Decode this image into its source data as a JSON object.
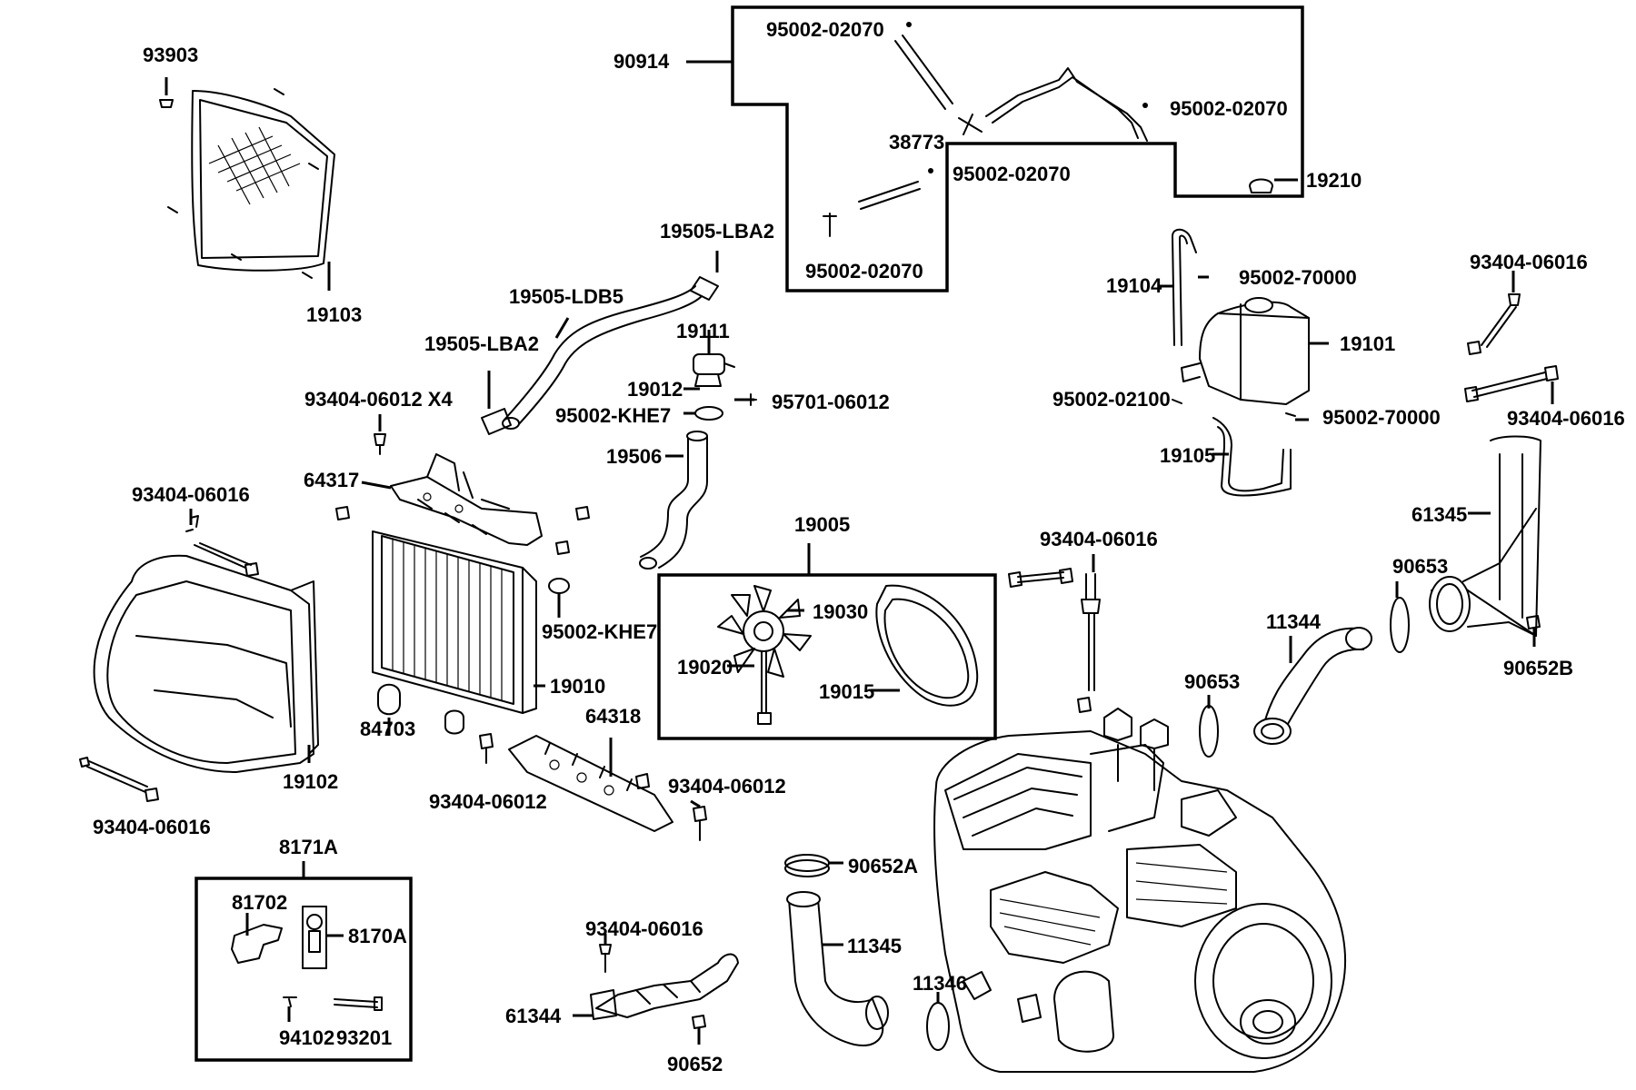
{
  "labels": {
    "l_93903": "93903",
    "l_90914": "90914",
    "l_95002_02070_a": "95002-02070",
    "l_95002_02070_b": "95002-02070",
    "l_95002_02070_c": "95002-02070",
    "l_95002_02070_d": "95002-02070",
    "l_38773": "38773",
    "l_19210": "19210",
    "l_19103": "19103",
    "l_19505_lba2_a": "19505-LBA2",
    "l_19505_ldb5": "19505-LDB5",
    "l_19505_lba2_b": "19505-LBA2",
    "l_19111": "19111",
    "l_19012": "19012",
    "l_95002_khe7_a": "95002-KHE7",
    "l_95701_06012": "95701-06012",
    "l_19506": "19506",
    "l_93404_06012_x4": "93404-06012 X4",
    "l_64317": "64317",
    "l_19104": "19104",
    "l_95002_70000_a": "95002-70000",
    "l_19101": "19101",
    "l_95002_02100": "95002-02100",
    "l_95002_70000_b": "95002-70000",
    "l_19105": "19105",
    "l_93404_06016_tr": "93404-06016",
    "l_93404_06016_tr2": "93404-06016",
    "l_61345": "61345",
    "l_90653_a": "90653",
    "l_90652b": "90652B",
    "l_11344": "11344",
    "l_90653_b": "90653",
    "l_93404_06016_l": "93404-06016",
    "l_95002_khe7_b": "95002-KHE7",
    "l_19010": "19010",
    "l_84703": "84703",
    "l_19102": "19102",
    "l_93404_06016_bl": "93404-06016",
    "l_19005": "19005",
    "l_19030": "19030",
    "l_19020": "19020",
    "l_19015": "19015",
    "l_93404_06016_m": "93404-06016",
    "l_64318": "64318",
    "l_93404_06012_a": "93404-06012",
    "l_93404_06012_b": "93404-06012",
    "l_8171a": "8171A",
    "l_81702": "81702",
    "l_8170a": "8170A",
    "l_94102": "94102",
    "l_93201": "93201",
    "l_90652a": "90652A",
    "l_11345": "11345",
    "l_93404_06016_b": "93404-06016",
    "l_61344": "61344",
    "l_90652": "90652",
    "l_11346": "11346"
  }
}
